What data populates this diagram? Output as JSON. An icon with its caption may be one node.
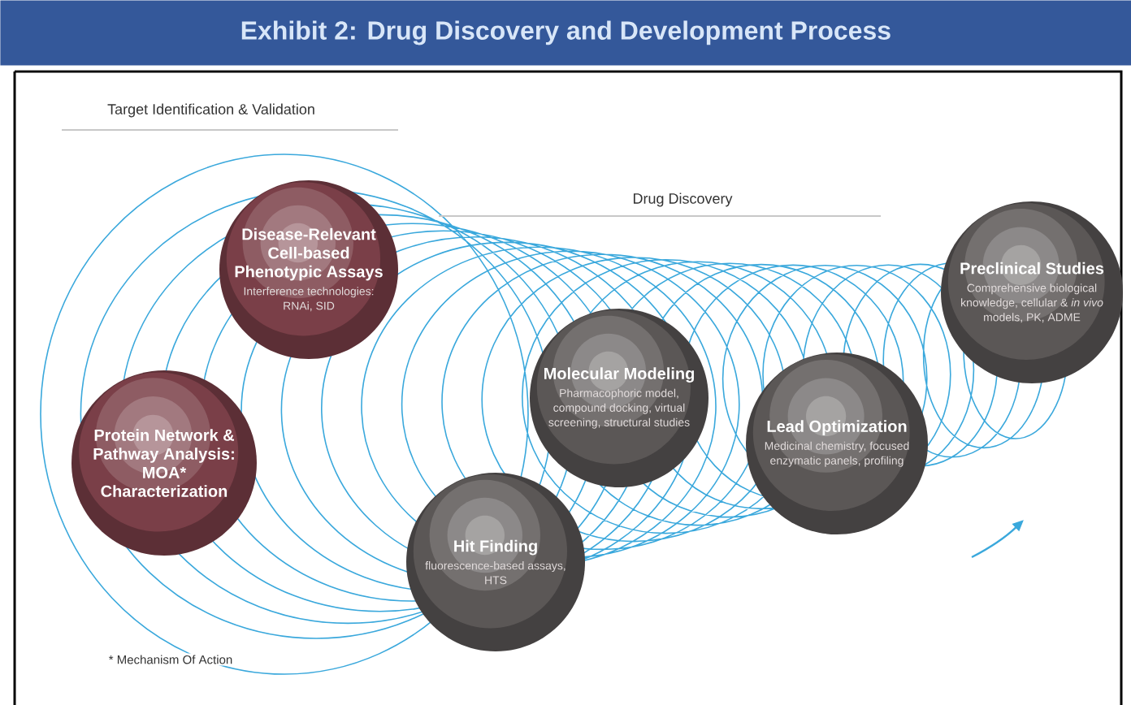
{
  "diagram": {
    "title": "Exhibit 2: Drug Discovery and Development Process",
    "nodes": [
      {
        "text": [
          "Disease-Relevant Cell-based Phenotypic Assays",
          "Interference technologies: RNAi, SID"
        ]
      },
      {
        "text": [
          "Protein Network & Pathway Analysis: MOA* Characterization"
        ]
      },
      {
        "text": [
          "Molecular Modeling",
          "Pharmacophoric model, compound docking, virtual screening, structural studies"
        ]
      },
      {
        "text": [
          "Hit Finding",
          "fluorescence-based assays, HTS"
        ]
      },
      {
        "text": [
          "Lead Optimization",
          "Medicinal chemistry, focused enzymatic panels, profiling"
        ]
      },
      {
        "text": [
          "Preclinical Studies",
          "Comprehensive biological knowledge, cellular & *in vivo* models, PK, ADME"
        ]
      }
    ],
    "labels": [
      "Target Identification & Validation",
      "Drug Discovery",
      "* Mechanism Of Action"
    ]
  }
}
